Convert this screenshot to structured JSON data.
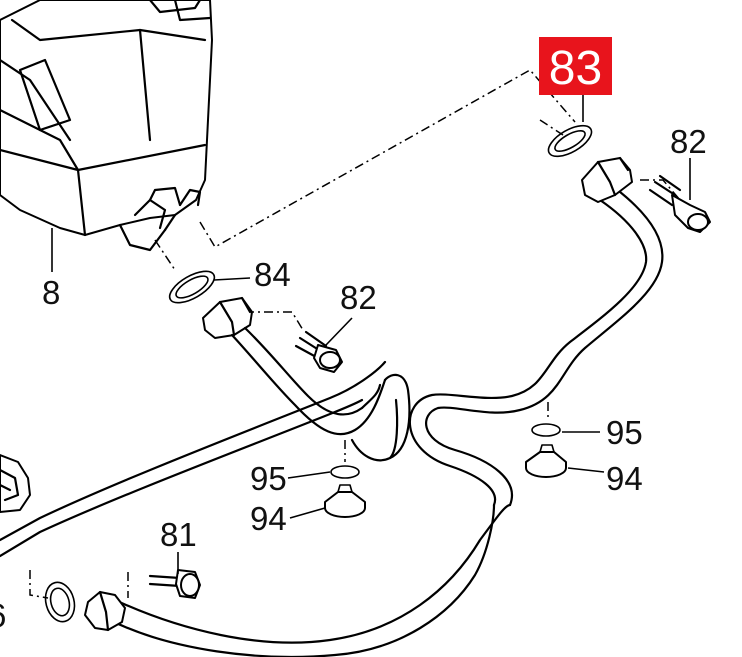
{
  "callouts": {
    "p8": "8",
    "p84": "84",
    "p82_top": "82",
    "p82_mid": "82",
    "p83": "83",
    "p95_right": "95",
    "p94_right": "94",
    "p95_mid": "95",
    "p94_mid": "94",
    "p81": "81",
    "p6_partial": "6"
  },
  "highlight": {
    "part": "83",
    "color": "#e8141c",
    "text_color": "#ffffff"
  }
}
